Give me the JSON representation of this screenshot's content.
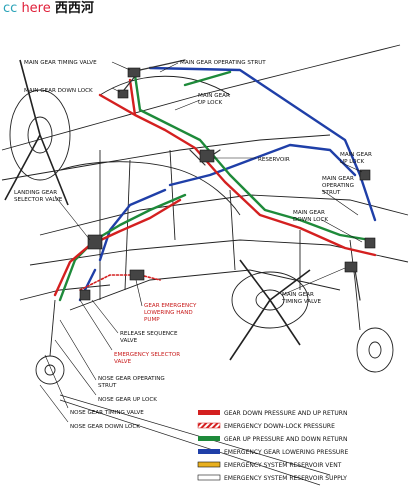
{
  "watermark": {
    "cc": "cc",
    "here": "here",
    "cn": "西西河"
  },
  "labels": {
    "main_gear_timing_valve_left": "MAIN GEAR TIMING VALVE",
    "main_gear_down_lock_left": "MAIN GEAR DOWN LOCK",
    "main_gear_operating_strut_top": "MAIN GEAR OPERATING STRUT",
    "main_gear_up_lock_line1": "MAIN GEAR",
    "main_gear_up_lock_line2": "UP LOCK",
    "reservoir": "RESERVOIR",
    "landing_gear_selector_valve_line1": "LANDING GEAR",
    "landing_gear_selector_valve_line2": "SELECTOR VALVE",
    "main_gear_up_lock_right_line1": "MAIN GEAR",
    "main_gear_up_lock_right_line2": "UP LOCK",
    "main_gear_operating_strut_right_line1": "MAIN GEAR",
    "main_gear_operating_strut_right_line2": "OPERATING",
    "main_gear_operating_strut_right_line3": "STRUT",
    "main_gear_down_lock_right_line1": "MAIN GEAR",
    "main_gear_down_lock_right_line2": "DOWN LOCK",
    "main_gear_timing_valve_right_line1": "MAIN GEAR",
    "main_gear_timing_valve_right_line2": "TIMING VALVE",
    "gear_emergency_lowering_line1": "GEAR EMERGENCY",
    "gear_emergency_lowering_line2": "LOWERING HAND",
    "gear_emergency_lowering_line3": "PUMP",
    "release_sequence_valve_line1": "RELEASE SEQUENCE",
    "release_sequence_valve_line2": "VALVE",
    "emergency_selector_valve_line1": "EMERGENCY SELECTOR",
    "emergency_selector_valve_line2": "VALVE",
    "nose_gear_operating_strut_line1": "NOSE GEAR OPERATING",
    "nose_gear_operating_strut_line2": "STRUT",
    "nose_gear_up_lock": "NOSE GEAR UP LOCK",
    "nose_gear_timing_valve": "NOSE GEAR TIMING VALVE",
    "nose_gear_down_lock": "NOSE GEAR DOWN LOCK"
  },
  "legend": [
    {
      "label": "GEAR DOWN PRESSURE AND UP RETURN",
      "color": "#d42020",
      "style": "solid"
    },
    {
      "label": "EMERGENCY DOWN-LOCK PRESSURE",
      "color": "#d42020",
      "style": "hatched"
    },
    {
      "label": "GEAR UP PRESSURE AND DOWN RETURN",
      "color": "#1e8a3a",
      "style": "solid"
    },
    {
      "label": "EMERGENCY GEAR LOWERING PRESSURE",
      "color": "#1f3fa8",
      "style": "solid"
    },
    {
      "label": "EMERGENCY SYSTEM RESERVOIR VENT",
      "color": "#e8b020",
      "style": "outlined"
    },
    {
      "label": "EMERGENCY SYSTEM RESERVOIR SUPPLY",
      "color": "#ffffff",
      "style": "outlined"
    }
  ]
}
